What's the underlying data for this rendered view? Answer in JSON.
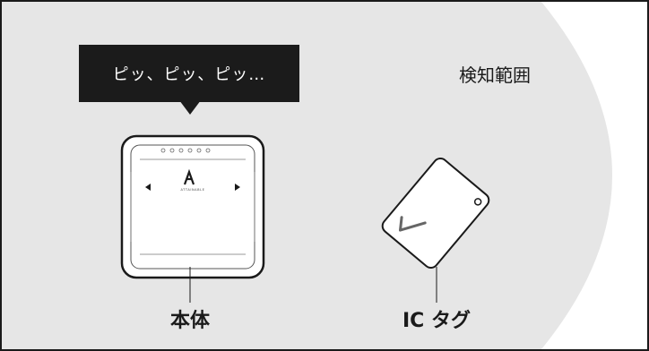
{
  "bubble_text": "ピッ、ピッ、ピッ…",
  "range_label": "検知範囲",
  "device_label": "本体",
  "tag_label": "IC タグ",
  "device_brand": "ATTAINABLE",
  "colors": {
    "range_fill": "#e6e6e6",
    "bubble_bg": "#1b1b1b",
    "outline": "#1a1a1a"
  }
}
